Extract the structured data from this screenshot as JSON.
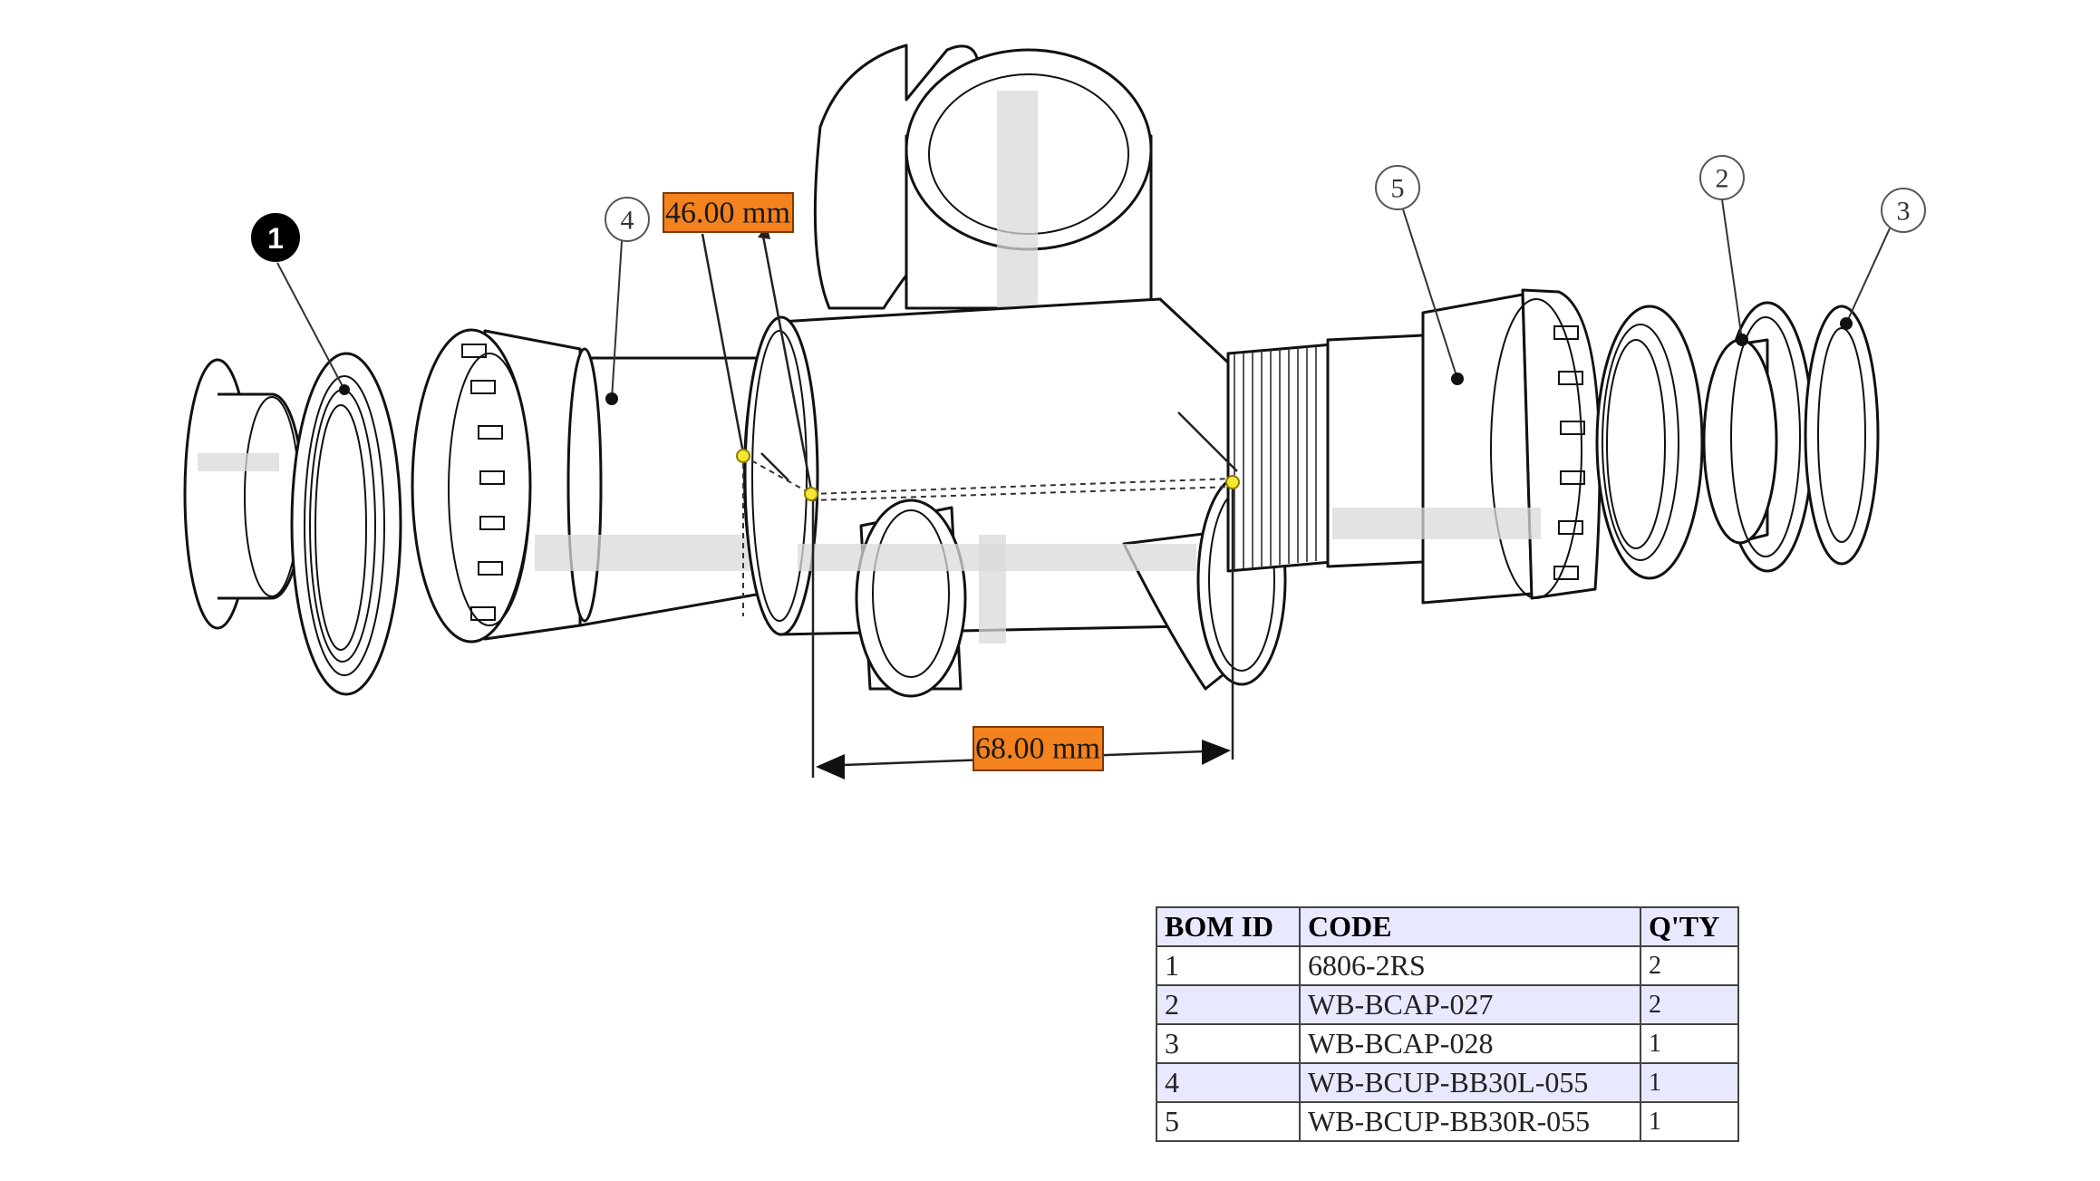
{
  "dimensions": [
    {
      "id": "diameter",
      "label": "46.00 mm"
    },
    {
      "id": "length",
      "label": "68.00 mm"
    }
  ],
  "balloons": [
    {
      "id": "1",
      "selected": true
    },
    {
      "id": "2",
      "selected": false
    },
    {
      "id": "3",
      "selected": false
    },
    {
      "id": "4",
      "selected": false
    },
    {
      "id": "5",
      "selected": false
    }
  ],
  "bom": {
    "headers": {
      "id": "BOM ID",
      "code": "CODE",
      "qty": "Q'TY"
    },
    "rows": [
      {
        "id": "1",
        "code": "6806-2RS",
        "qty": "2"
      },
      {
        "id": "2",
        "code": "WB-BCAP-027",
        "qty": "2"
      },
      {
        "id": "3",
        "code": "WB-BCAP-028",
        "qty": "1"
      },
      {
        "id": "4",
        "code": "WB-BCUP-BB30L-055",
        "qty": "1"
      },
      {
        "id": "5",
        "code": "WB-BCUP-BB30R-055",
        "qty": "1"
      }
    ]
  },
  "colors": {
    "dimension_label": "#f3821f",
    "snap_point": "#f7e733",
    "table_alt_row": "#e8e8ff",
    "selected_balloon": "#000000"
  }
}
